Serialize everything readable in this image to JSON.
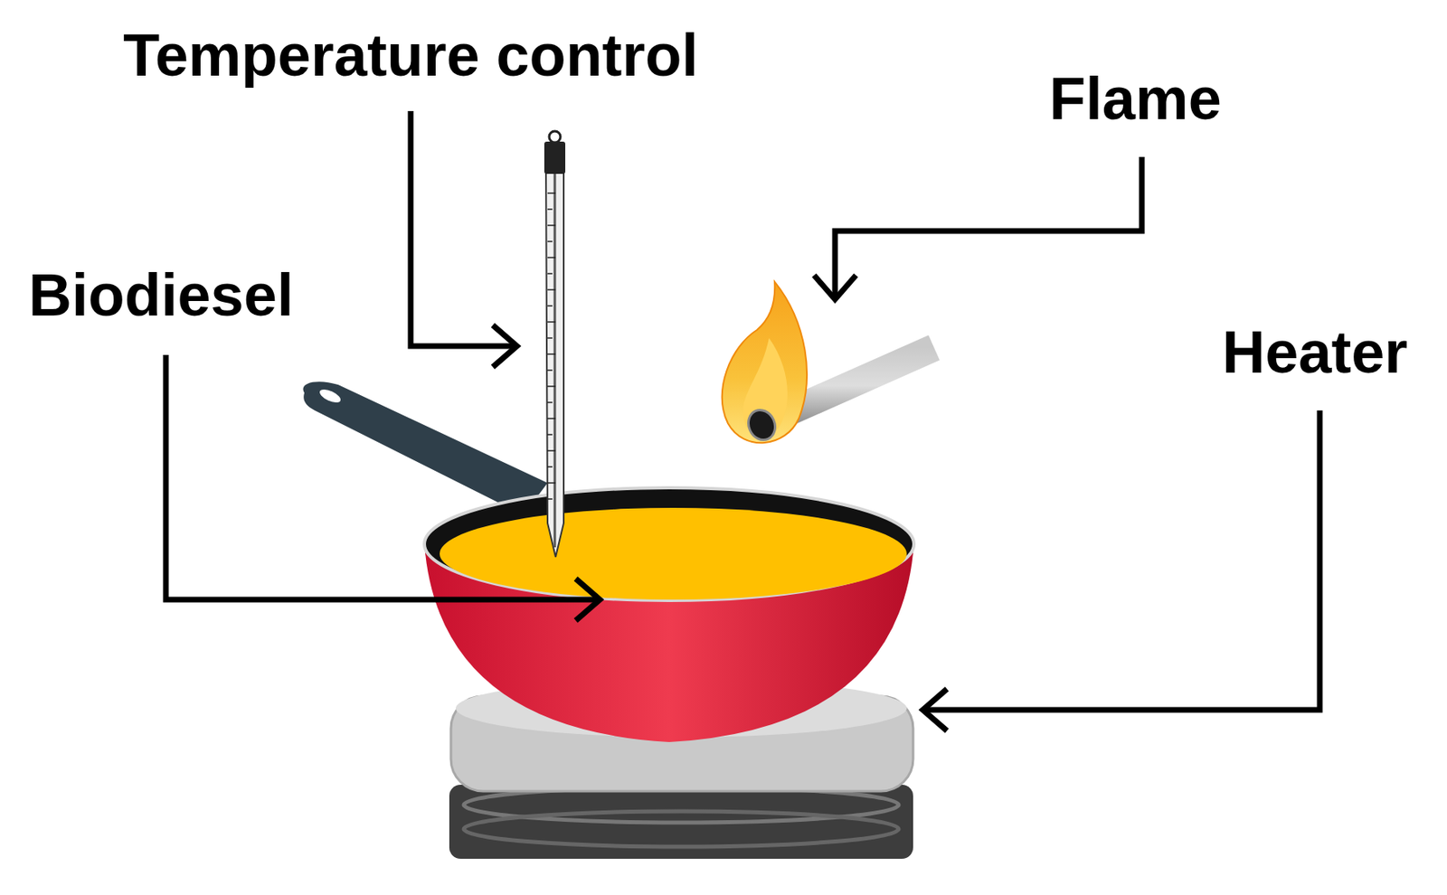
{
  "diagram": {
    "labels": [
      "Temperature control",
      "Flame",
      "Biodiesel",
      "Heater"
    ]
  }
}
